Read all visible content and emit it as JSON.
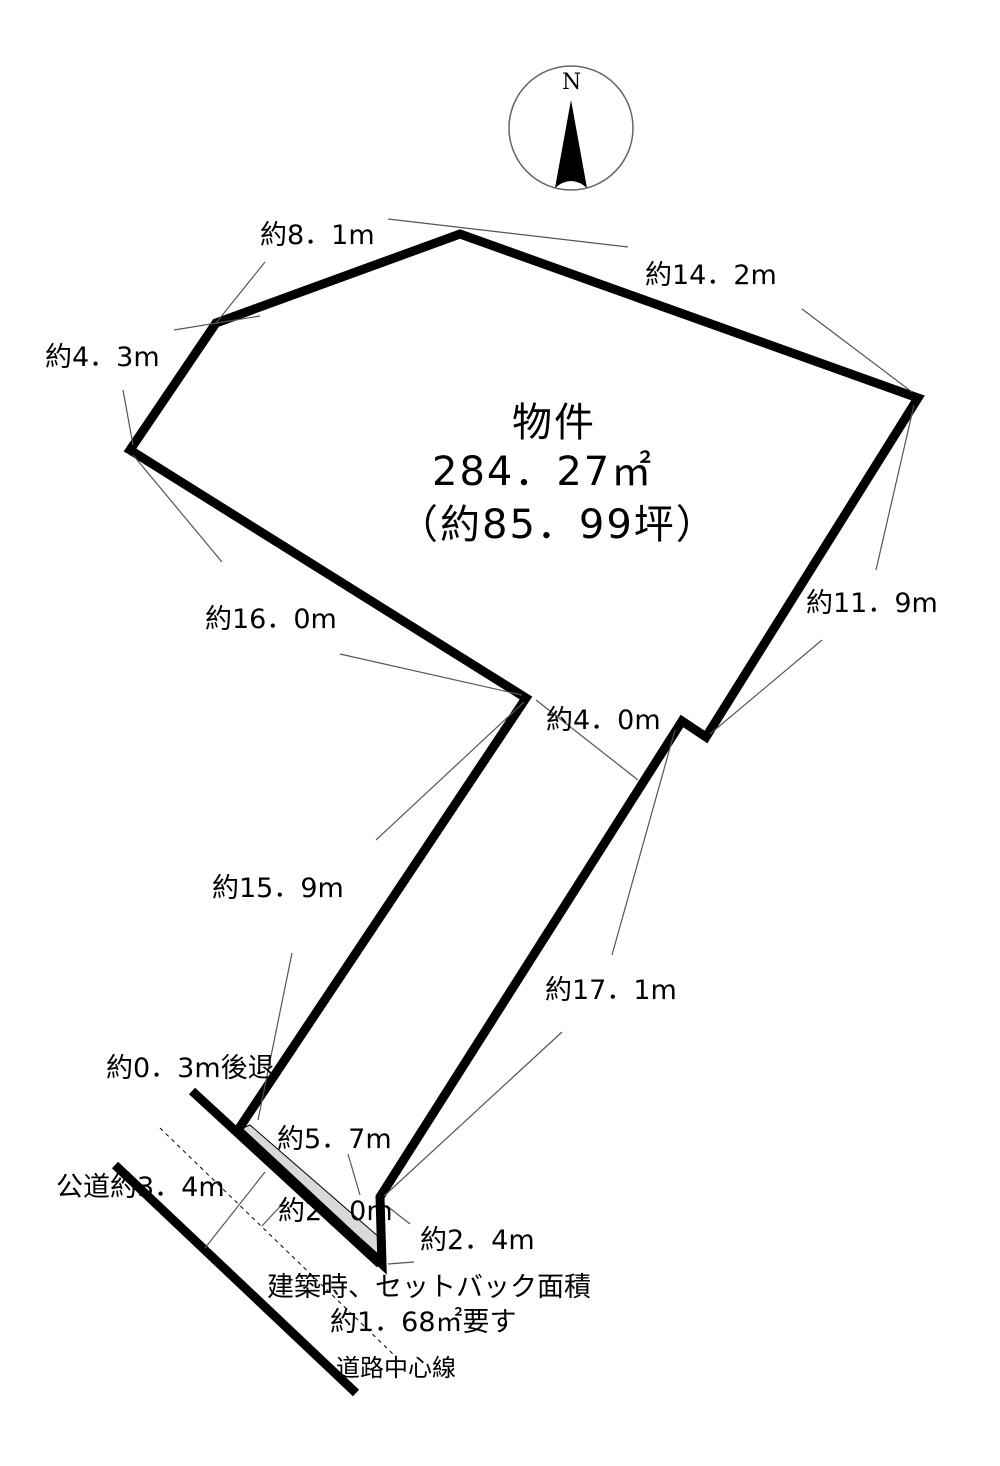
{
  "compass": {
    "label": "N",
    "icon": "north-arrow-icon"
  },
  "property": {
    "name": "物件",
    "area": "284．27㎡",
    "tsubo": "（約85．99坪）"
  },
  "dimensions": {
    "top_left": "約8．1m",
    "top_right": "約14．2m",
    "left": "約4．3m",
    "right": "約11．9m",
    "left_diagonal": "約16．0m",
    "notch": "約4．0m",
    "flag_left": "約15．9m",
    "flag_right": "約17．1m",
    "setback_retreat": "約0．3m後退",
    "frontage": "約5．7m",
    "setback_width": "約2．0m",
    "end_width": "約2．4m",
    "public_road": "公道約3．4m"
  },
  "notes": {
    "setback_line1": "建築時、セットバック面積",
    "setback_line2": "約1．68㎡要す",
    "road_center": "道路中心線"
  }
}
